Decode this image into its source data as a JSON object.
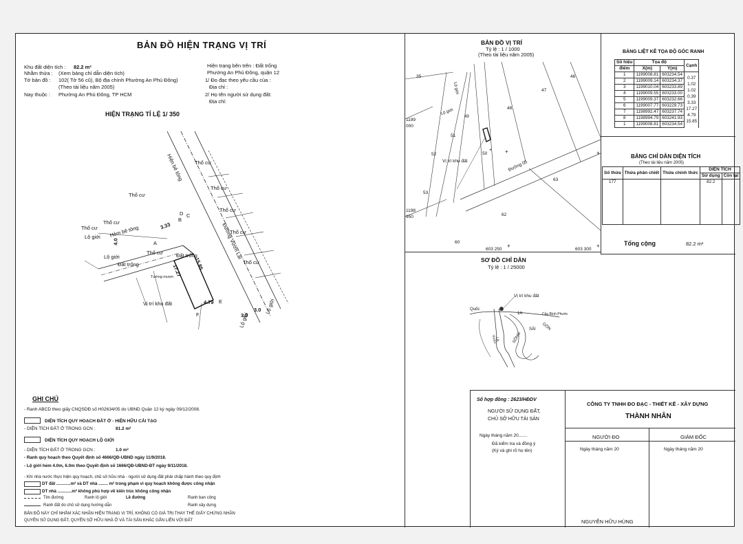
{
  "main_title": "BẢN ĐỒ HIỆN TRẠNG VỊ TRÍ",
  "info_left": {
    "area_label": "Khu đất diện tích :",
    "area_value": "82.2 m²",
    "plot_label": "Nhằm thửa :",
    "plot_value": "(Xem bảng chỉ dẫn diện tích)",
    "sheet_label": "Tờ bản đồ :",
    "sheet_value": "102( Tờ 56 cũ), Bộ địa chính Phường An Phú Đông)",
    "sheet_note": "(Theo tài liệu năm 2005)",
    "belongs_label": "Nay thuộc :",
    "belongs_value": "Phường An Phú Đông, TP HCM"
  },
  "info_right": {
    "status": "Hiện trạng bên trên : Đất trống",
    "ward": "Phường An Phú Đông, quận 12",
    "line1": "1/ Đo đạc theo yêu cầu của :",
    "line2": "Địa chỉ :",
    "line3": "2/ Họ tên người sử dụng đất:",
    "line4": "Địa chỉ:"
  },
  "status_map": {
    "title": "HIỆN TRẠNG TỈ LỆ 1/ 350",
    "labels": {
      "tho_cu": "Thổ cư",
      "dat_trong": "Đất trống",
      "lo_gioi": "Lộ giới",
      "hem": "Hẻm bê tông",
      "hien_be_tong": "Hiện bê tông",
      "tuong_muon": "Tường mượn",
      "vi_tri": "Vị trí khu đất",
      "duong": "Đường Vườn Lài",
      "d_4_0": "4.0",
      "d_3_0": "3.0",
      "d_3_0b": "3.0",
      "d_17_27": "17.27",
      "d_15_85": "15.85",
      "d_4_79": "4.79",
      "d_3_33": "3.33",
      "pt_a": "A",
      "pt_b": "B",
      "pt_c": "C",
      "pt_d": "D",
      "pt_e": "E",
      "pt_f": "F"
    }
  },
  "location_map": {
    "title": "BẢN ĐỒ VỊ TRÍ",
    "scale": "Tỷ lệ : 1 / 1000",
    "note": "(Theo tài liệu năm 2005)",
    "parcels": [
      "35",
      "46",
      "47",
      "48",
      "51",
      "50",
      "52",
      "53",
      "63",
      "62",
      "60",
      "49"
    ],
    "coords": {
      "y1": "1199",
      "y1b": "000",
      "y2": "1198",
      "y2b": "950",
      "x1": "603 250",
      "x2": "603 300"
    },
    "road": "Đường 05",
    "lo_gioi": "Lộ giới",
    "vi_tri": "Vị trí khu đất"
  },
  "coord_table": {
    "title": "BẢNG LIỆT KÊ TỌA ĐỘ GÓC RANH",
    "headers": {
      "so_hieu": "Số hiệu",
      "diem": "điểm",
      "toa_do": "Tọa độ",
      "x": "X(m)",
      "y": "Y(m)",
      "canh": "Cạnh"
    },
    "rows": [
      {
        "id": "1",
        "x": "1199008.81",
        "y": "603234.54"
      },
      {
        "id": "2",
        "x": "1199009.14",
        "y": "603234.37"
      },
      {
        "id": "3",
        "x": "1199010.04",
        "y": "603233.89"
      },
      {
        "id": "4",
        "x": "1199009.55",
        "y": "603233.00"
      },
      {
        "id": "5",
        "x": "1199009.37",
        "y": "603232.66"
      },
      {
        "id": "6",
        "x": "1199007.77",
        "y": "603229.73"
      },
      {
        "id": "7",
        "x": "1198992.47",
        "y": "603237.74"
      },
      {
        "id": "8",
        "x": "1198994.79",
        "y": "603241.93"
      },
      {
        "id": "1",
        "x": "1199008.81",
        "y": "603234.54"
      }
    ],
    "edges": [
      "0.37",
      "1.02",
      "1.02",
      "0.39",
      "3.33",
      "17.27",
      "4.79",
      "15.85"
    ]
  },
  "area_table": {
    "title": "BẢNG CHỈ DẪN DIỆN TÍCH",
    "note": "(Theo tài liệu năm 2005)",
    "headers": {
      "so_thua": "Số thửa",
      "thua_pc": "Thửa phân chiết",
      "thua_ct": "Thửa chính thức",
      "dien_tich": "DIỆN TÍCH",
      "su_dung": "Sử dụng",
      "con_lai": "Còn lại"
    },
    "row": {
      "so_thua": "177",
      "su_dung": "82.2"
    },
    "total_label": "Tổng cộng",
    "total_value": "82.2 m²"
  },
  "guide_map": {
    "title": "SƠ ĐỒ CHỈ DẪN",
    "scale": "Tỷ lệ : 1 / 25000",
    "vi_tri": "Vị trí khu đất",
    "quoc": "Quốc",
    "route": "1A",
    "cau": "Cầu Bình Phước",
    "sai": "SÀI",
    "gon": "GÒN",
    "song": "SÔNG",
    "t1": "Vườn",
    "t2": "Lài"
  },
  "notes": {
    "title": "GHI CHÚ",
    "l1": "- Ranh ABCD theo giấy CNQSDĐ  số H02634/05 do UBND Quận 12 ký ngày 09/12/2008.",
    "l2": "DIỆN TÍCH QUY HOẠCH ĐẤT Ở - HIỆN HỮU CẢI TẠO",
    "l3": "- DIỆN TÍCH ĐẤT Ở TRONG GCN :",
    "l3v": "81.2 m²",
    "l4": "DIỆN TÍCH QUY HOẠCH LỘ GIỚI",
    "l5": "- DIỆN TÍCH ĐẤT Ở TRONG GCN :",
    "l5v": "1.0 m²",
    "l6": "- Ranh quy hoạch theo Quyết định số 4666/QĐ-UBND ngày 11/9/2018.",
    "l7": "- Lộ giới hẻm 4.0m, 6.0m theo Quyết định số 1666/QĐ-UBND-ĐT ngày 9/11/2018.",
    "l8": "- Khi nhà nước thực hiện quy hoạch, chủ sở hữu nhà - người sử dụng đất phải chấp hành theo quy định",
    "l9": "DT đất ............m² và DT nhà ........ m² trong phạm vi quy hoạch không được công nhận",
    "l10": "DT nhà ............m² không phù hợp về kiến trúc không công nhận",
    "l11": "Tim đường",
    "l12": "Ranh lộ giới",
    "l13": "Lề đường",
    "l14": "Ranh ban công",
    "l15": "Ranh  đất do chủ sử dụng hướng dẫn",
    "l16": "Ranh xây dựng",
    "l17": "BẢN ĐỒ NÀY CHỈ NHẰM XÁC NHẬN HIỆN TRẠNG VỊ TRÍ, KHÔNG CÓ GIÁ TRỊ THAY THẾ GIẤY CHỨNG NHẬN",
    "l18": "QUYỀN SỬ DỤNG ĐẤT, QUYỀN SỞ HỮU NHÀ Ở  VÀ TÀI SẢN KHÁC GẮN LIỀN VỚI ĐẤT"
  },
  "title_block": {
    "contract": "Số hợp đồng : 2623/HĐDV",
    "owner1": "NGƯỜI SỬ DỤNG ĐẤT,",
    "owner2": "CHỦ SỞ HỮU TÀI SẢN",
    "date1": "Ngày          tháng          năm 20.......",
    "checked": "Đã kiểm tra và đồng ý",
    "sign_note": "(Ký và ghi rõ họ tên)",
    "company": "CÔNG TY TNHH ĐO ĐẠC - THIẾT KẾ - XÂY DỰNG",
    "company_name": "THÀNH NHÂN",
    "surveyor": "NGƯỜI ĐO",
    "director": "GIÁM ĐỐC",
    "date2": "Ngày      tháng      năm 20",
    "date3": "Ngày      tháng      năm 20",
    "director_name": "NGUYỄN HỮU HÙNG"
  }
}
